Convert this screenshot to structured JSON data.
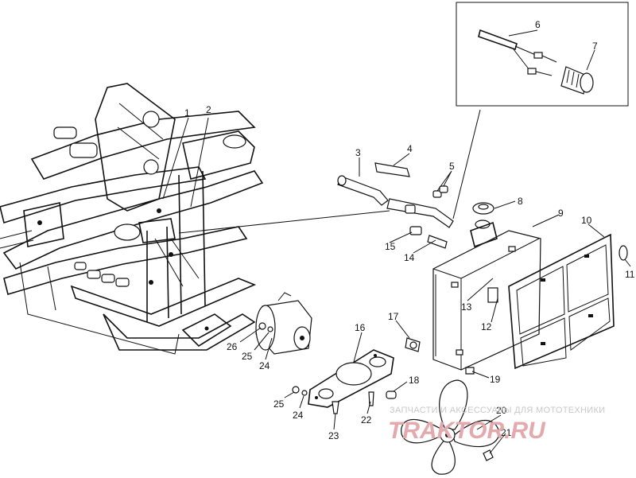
{
  "callouts": [
    "1",
    "2",
    "3",
    "4",
    "5",
    "6",
    "7",
    "8",
    "9",
    "10",
    "11",
    "12",
    "13",
    "14",
    "15",
    "16",
    "17",
    "18",
    "19",
    "20",
    "21",
    "22",
    "23",
    "24",
    "25",
    "26"
  ],
  "watermark": {
    "tagline": "ЗАПЧАСТИ И АКСЕССУАРЫ ДЛЯ МОТОТЕХНИКИ",
    "logo": "TRAKTOR.RU",
    "color": "#e3a9ad"
  }
}
